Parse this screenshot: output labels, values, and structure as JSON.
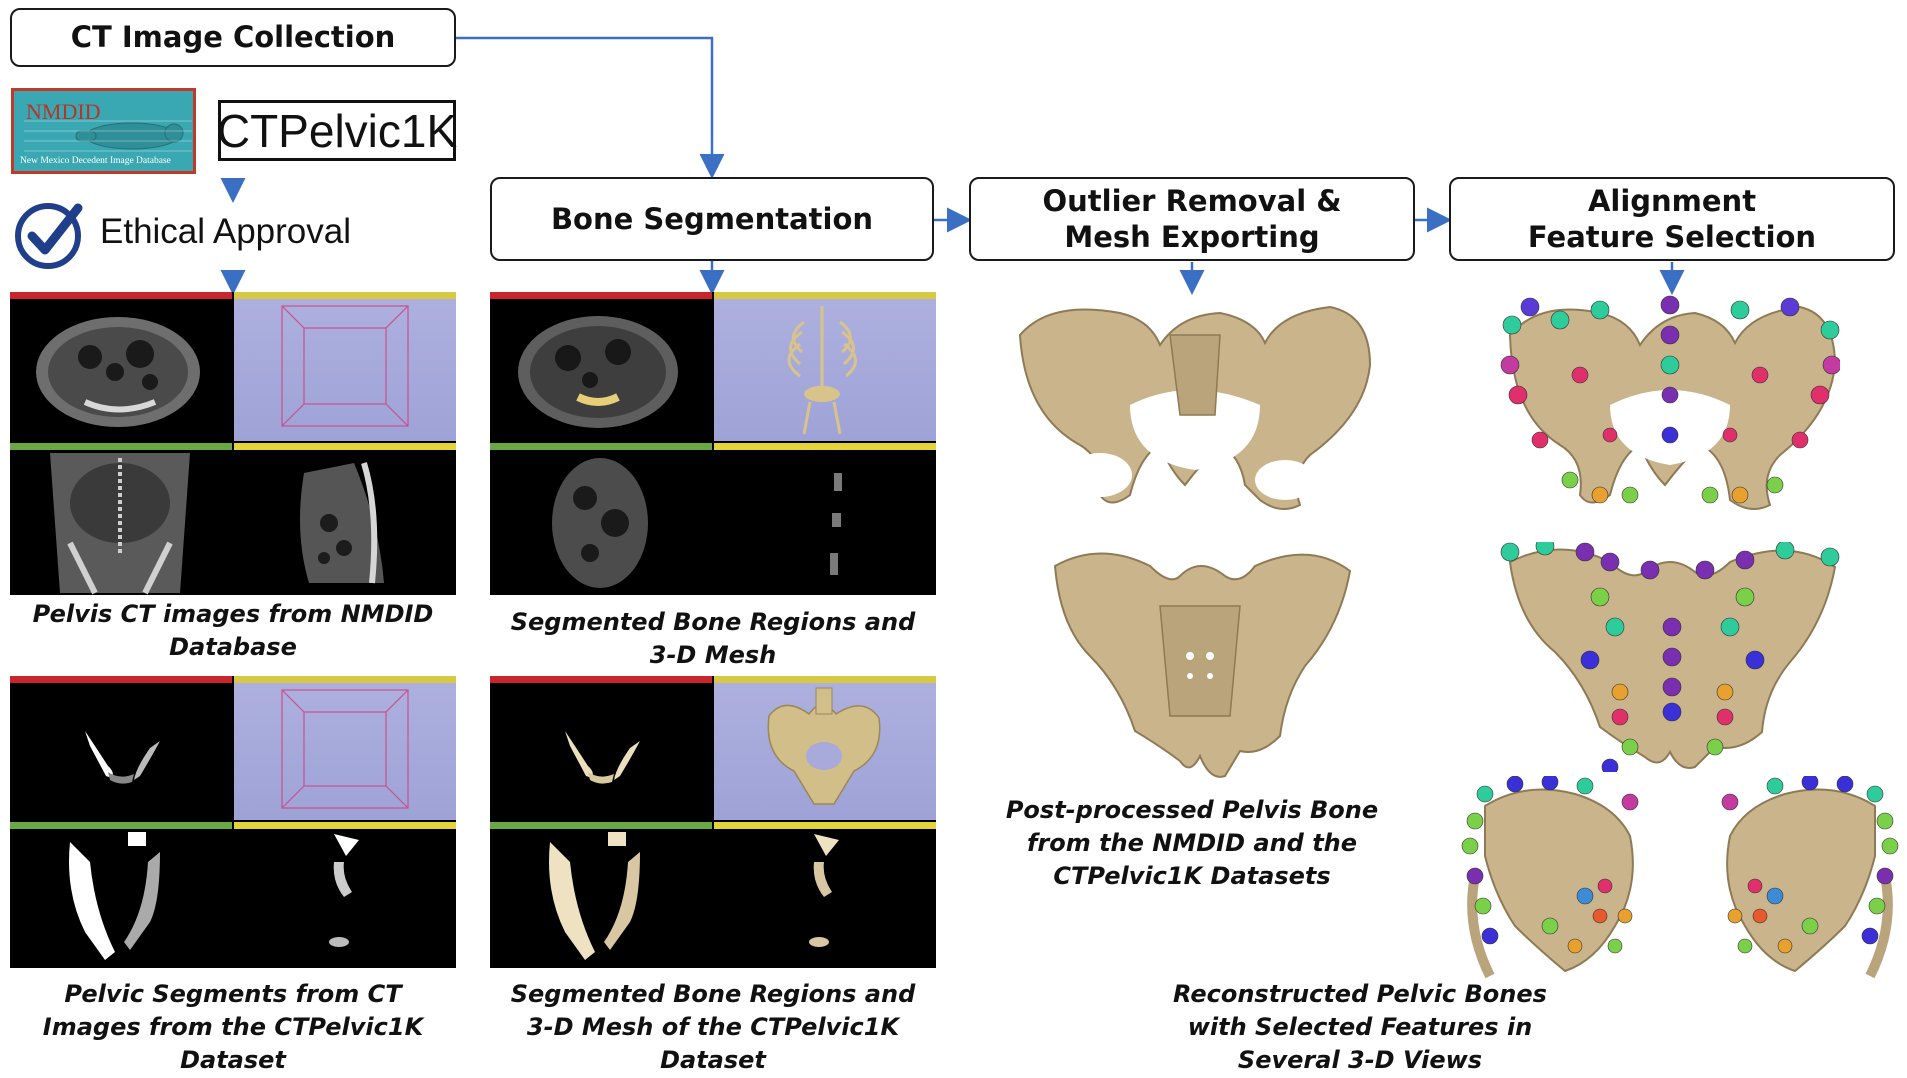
{
  "boxes": {
    "ct_collection": "CT Image Collection",
    "bone_segmentation": "Bone Segmentation",
    "outlier_removal": "Outlier Removal & Mesh Exporting",
    "alignment": "Alignment Feature Selection"
  },
  "sources": {
    "nmdid_logo_title": "NMDID",
    "nmdid_logo_subtitle": "New Mexico Decedent Image Database",
    "ctpelvic_label": "CTPelvic1K",
    "ethical_approval": "Ethical Approval"
  },
  "captions": {
    "pelvis_ct": "Pelvis CT images from NMDID Database",
    "segmented_mesh": "Segmented Bone Regions and 3-D Mesh",
    "pelvic_segments": "Pelvic Segments from CT Images from the CTPelvic1K Dataset",
    "segmented_mesh_ctpelvic": "Segmented Bone Regions and 3-D Mesh of the CTPelvic1K Dataset",
    "post_processed": "Post-processed Pelvis Bone from the NMDID and the CTPelvic1K Datasets",
    "reconstructed": "Reconstructed Pelvic Bones with Selected Features in Several 3-D Views"
  },
  "colors": {
    "arrow": "#3a6fc4",
    "bone": "#c9b48c",
    "bone_shadow": "#8e7a55",
    "nmdid_bg": "#3aa8b2",
    "nmdid_border": "#c0392b",
    "slicer_red": "#c8262b",
    "slicer_green": "#6aa843",
    "slicer_yellow": "#e5d33a",
    "slicer_3d_bg": "#a7aadb",
    "check_blue": "#1f3f8a"
  },
  "icons": {
    "check": "check-circle-icon"
  }
}
